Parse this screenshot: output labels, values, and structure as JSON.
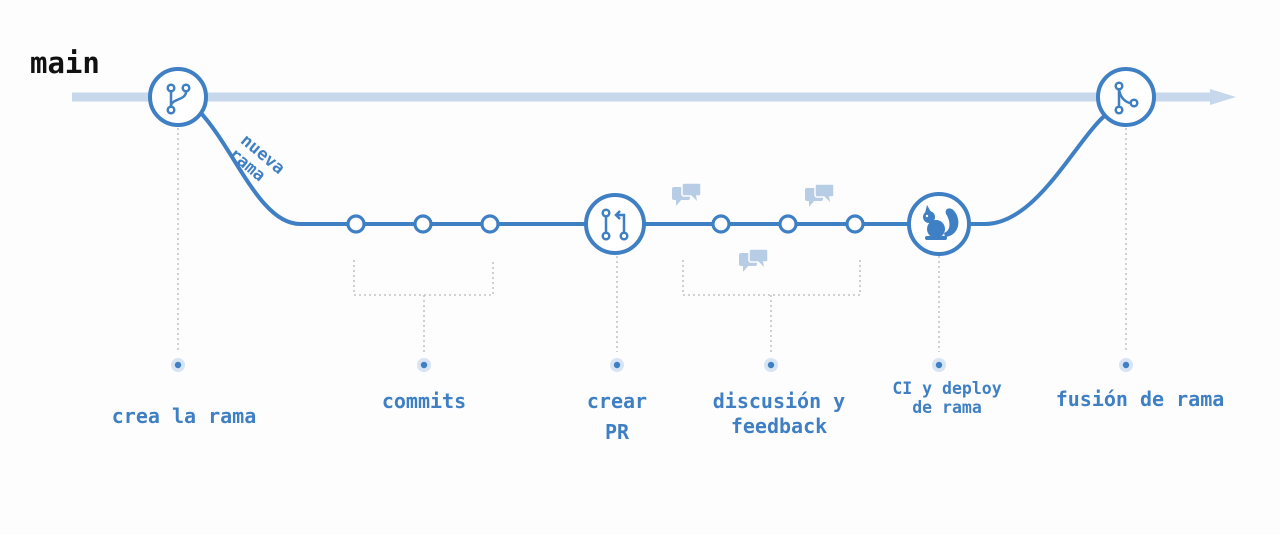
{
  "main_label": "main",
  "branch_label": [
    "nueva",
    "rama"
  ],
  "steps": {
    "crea_rama": "crea la rama",
    "commits": "commits",
    "crear_pr": [
      "crear",
      "PR"
    ],
    "discusion": [
      "discusión y",
      "feedback"
    ],
    "ci_deploy": [
      "CI y deploy",
      "de rama"
    ],
    "fusion": "fusión de rama"
  },
  "icons": {
    "branch": "git-branch-icon",
    "pull_request": "pull-request-icon",
    "deploy": "squirrel-icon",
    "merge": "git-merge-icon",
    "comments": "speech-bubbles-icon"
  },
  "colors": {
    "line": "#3f7fc4",
    "main_track": "#c7d8ec",
    "comment": "#b7cde6",
    "guide": "#b9b9b9"
  }
}
